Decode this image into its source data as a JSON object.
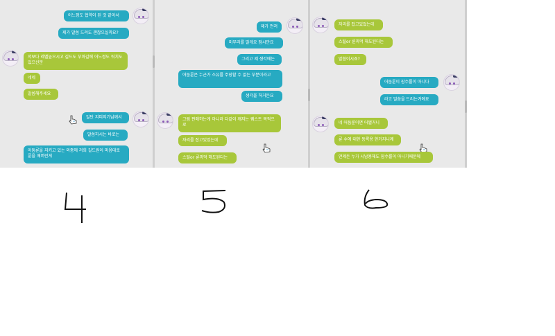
{
  "panels": [
    {
      "messages": [
        {
          "text": "어느정도 협약이 된 것 같아서",
          "color": "blue"
        },
        {
          "text": "제가 말씀 드려도 괜찮으실까요?",
          "color": "blue"
        },
        {
          "text": "저보다 레벨높으시고 길드도 부마길에 어느정도 워치도있으신분",
          "color": "green"
        },
        {
          "text": "네네",
          "color": "green"
        },
        {
          "text": "말씀해주세요",
          "color": "green"
        },
        {
          "text": "일단 지피지기님께서",
          "color": "blue"
        },
        {
          "text": "말씀하시는 바로는",
          "color": "blue"
        },
        {
          "text": "어둠룬을 지키고 있는 와중에 저희 길드원이 마음대로 룬을 깨버린게",
          "color": "blue"
        }
      ]
    },
    {
      "messages": [
        {
          "text": "제가 먼저",
          "color": "blue"
        },
        {
          "text": "마무리를 발게요 잠시만요",
          "color": "blue"
        },
        {
          "text": "그리고 제 생각에는",
          "color": "blue"
        },
        {
          "text": "어둠룬은 누군가 소유를 주장할 수 없는 부분이라고",
          "color": "blue"
        },
        {
          "text": "생각을 하거든요",
          "color": "blue"
        },
        {
          "text": "그럼 판매하는게 아니라 다같이 깨지는 퀘스트 목적으로",
          "color": "green"
        },
        {
          "text": "자리를 잡고있었는데",
          "color": "green"
        },
        {
          "text": "스틸or 룬까먹 해도된다는",
          "color": "green"
        }
      ]
    },
    {
      "messages": [
        {
          "text": "자리를 잡고있었는데",
          "color": "green"
        },
        {
          "text": "스틸or 룬까먹 해도된다는",
          "color": "green"
        },
        {
          "text": "말씀이시죠?",
          "color": "green"
        },
        {
          "text": "어둠룬이 잠수룰이 아니다",
          "color": "blue"
        },
        {
          "text": "라고 말씀을 드리는거에요",
          "color": "blue"
        },
        {
          "text": "네 어둠룬이면 어쩔거니",
          "color": "green"
        },
        {
          "text": "룬 수에 대한 동록용 한거지니께",
          "color": "green"
        },
        {
          "text": "언제든 누가 시남용해도 잠수룰이 아니기때문에",
          "color": "green"
        }
      ]
    }
  ],
  "labels": [
    "4",
    "5",
    "6"
  ],
  "colors": {
    "blue_bubble": "#27aac2",
    "green_bubble": "#a8c73a",
    "panel_bg": "#e9e9e9"
  },
  "icons": {
    "avatar": "avatar-icon",
    "cursor": "hand-cursor-icon"
  }
}
